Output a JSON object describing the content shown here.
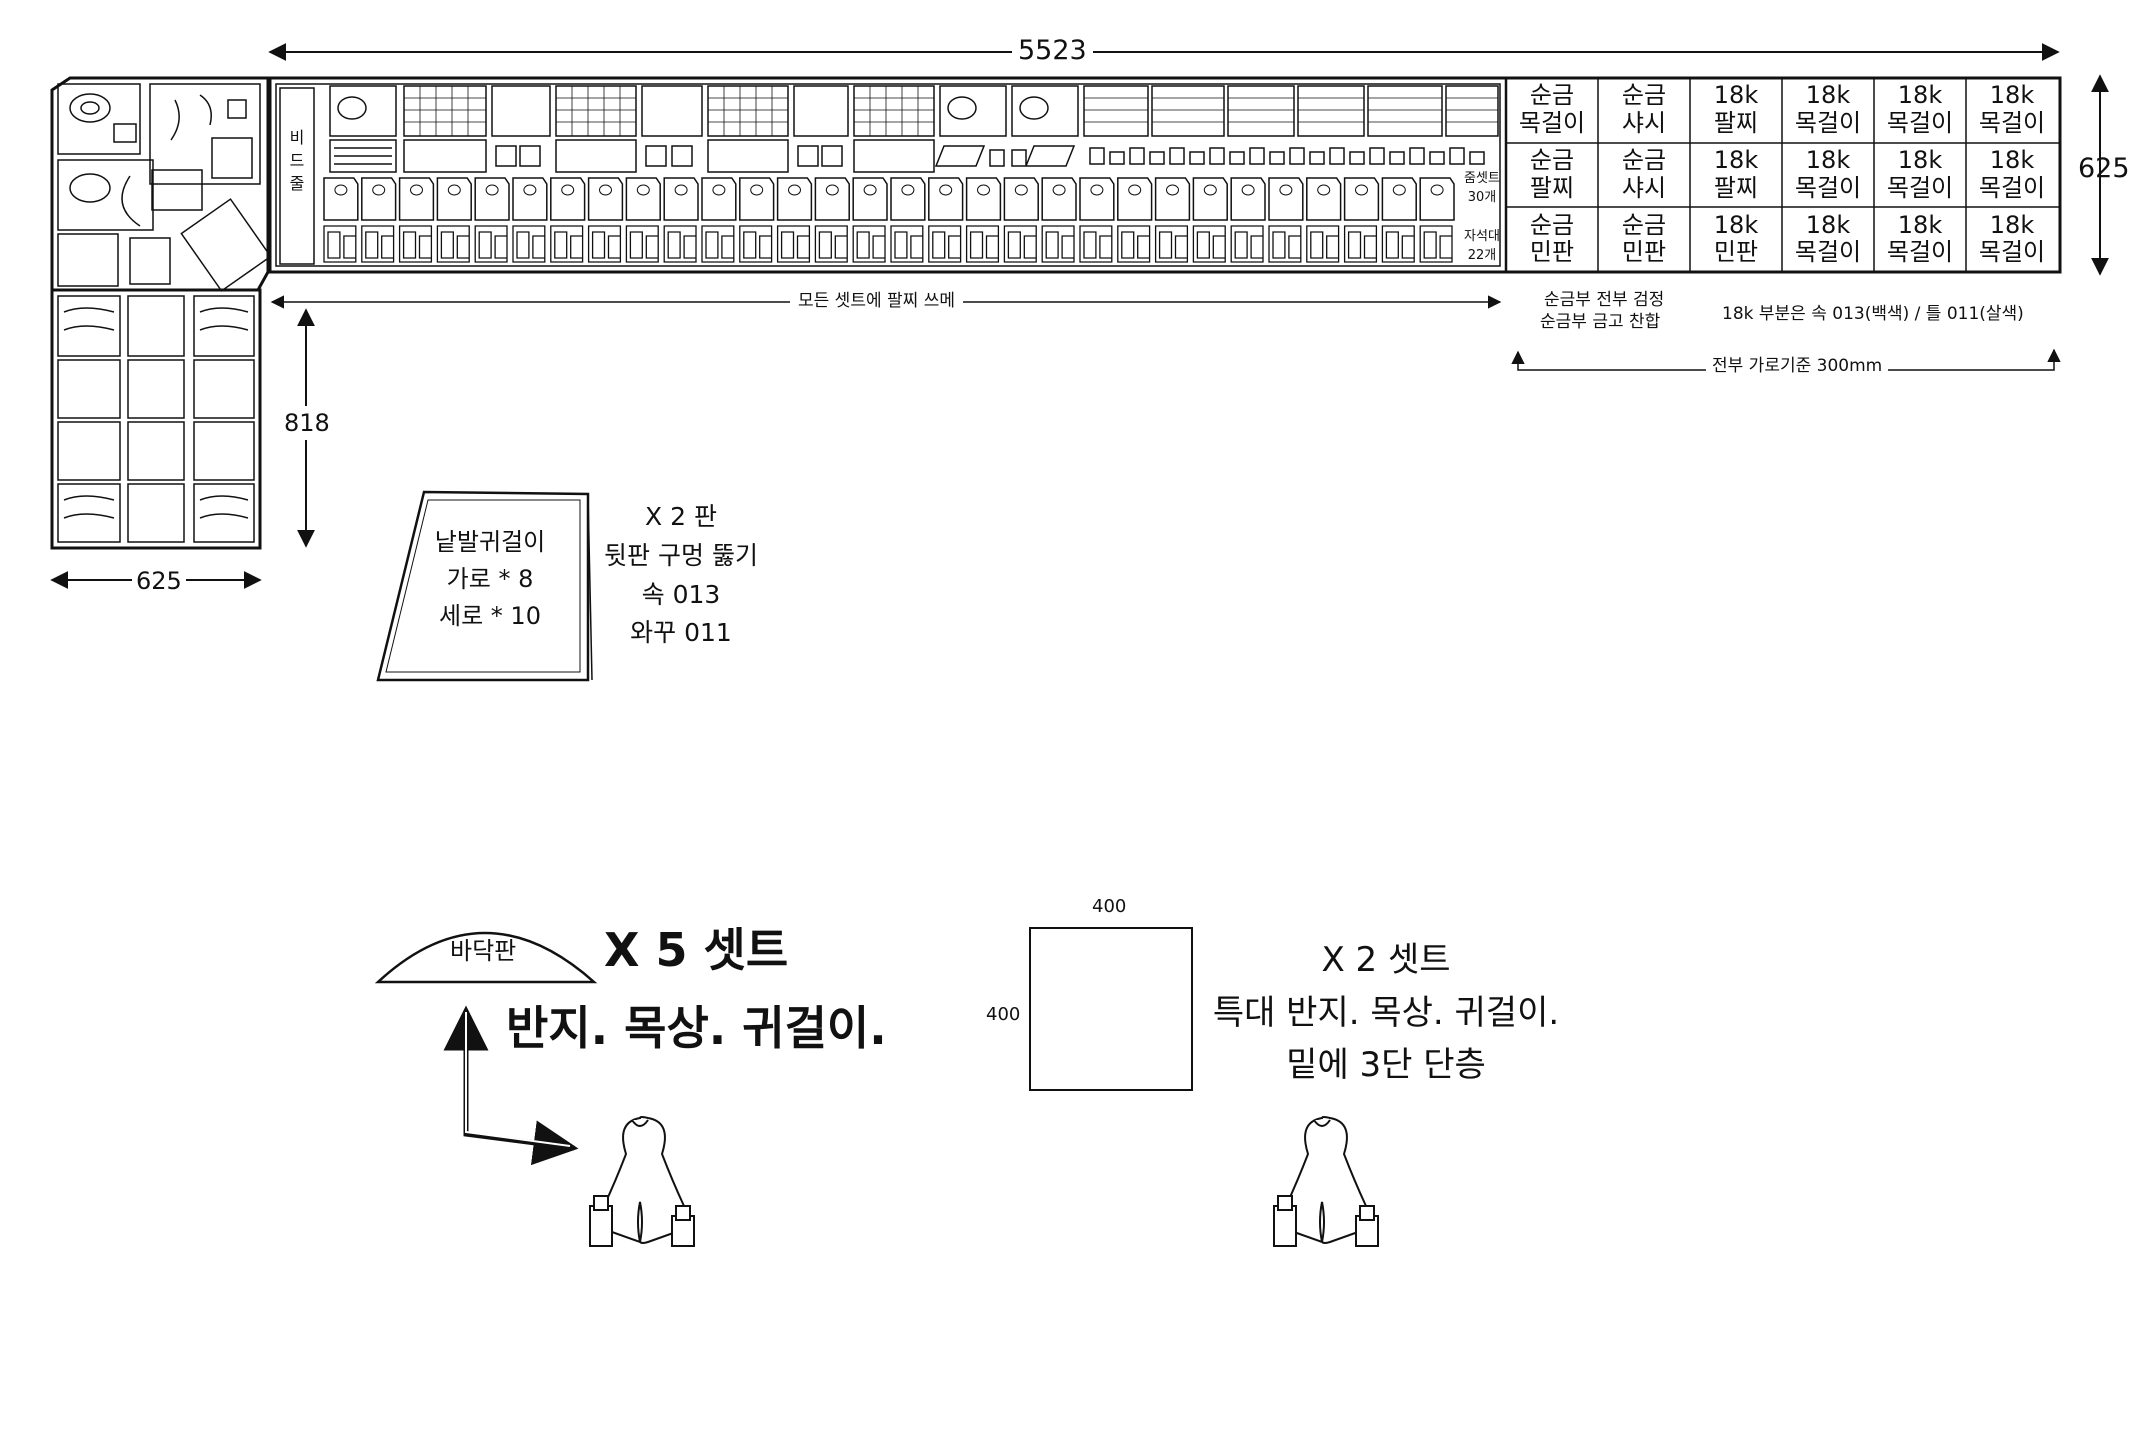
{
  "dimensions": {
    "width_total": "5523",
    "height_right": "625",
    "height_left": "818",
    "width_left": "625",
    "square_top": "400",
    "square_left": "400"
  },
  "bead_label": "비\n드\n줄",
  "row_labels": {
    "set_label": "줌셋트",
    "set_count": "30개",
    "magnet_label": "자석대",
    "magnet_count": "22개"
  },
  "right_table": [
    [
      "순금\n목걸이",
      "순금\n샤시",
      "18k\n팔찌",
      "18k\n목걸이",
      "18k\n목걸이",
      "18k\n목걸이"
    ],
    [
      "순금\n팔찌",
      "순금\n샤시",
      "18k\n팔찌",
      "18k\n목걸이",
      "18k\n목걸이",
      "18k\n목걸이"
    ],
    [
      "순금\n민판",
      "순금\n민판",
      "18k\n민판",
      "18k\n목걸이",
      "18k\n목걸이",
      "18k\n목걸이"
    ]
  ],
  "notes": {
    "all_sets": "모든 셋트에 팔찌 쓰메",
    "gold_black_1": "순금부 전부 검정",
    "gold_black_2": "순금부 금고 찬합",
    "k18_note": "18k 부분은 속 013(백색) / 틀 011(살색)",
    "width_basis": "전부 가로기준 300mm"
  },
  "earring_board": {
    "title": "낱발귀걸이",
    "line2": "가로 * 8",
    "line3": "세로 * 10",
    "qty": "X 2 판",
    "hole": "뒷판 구멍 뚫기",
    "inner": "속 013",
    "outer": "와꾸 011"
  },
  "base_plate": {
    "label": "바닥판",
    "qty": "X 5 셋트",
    "items": "반지. 목상. 귀걸이."
  },
  "special_set": {
    "qty": "X 2 셋트",
    "items": "특대 반지. 목상. 귀걸이.",
    "layers": "밑에 3단 단층"
  }
}
